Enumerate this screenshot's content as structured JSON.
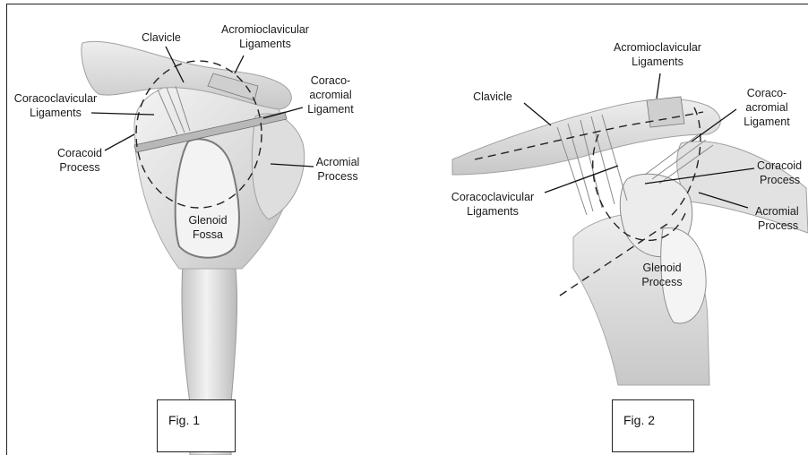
{
  "figure1": {
    "labels": {
      "clavicle": "Clavicle",
      "acromioclavicular_1": "Acromioclavicular",
      "acromioclavicular_2": "Ligaments",
      "coracoclavicular_1": "Coracoclavicular",
      "coracoclavicular_2": "Ligaments",
      "coracoacromial_1": "Coraco-",
      "coracoacromial_2": "acromial",
      "coracoacromial_3": "Ligament",
      "coracoid_1": "Coracoid",
      "coracoid_2": "Process",
      "acromial_1": "Acromial",
      "acromial_2": "Process",
      "glenoid_1": "Glenoid",
      "glenoid_2": "Fossa"
    },
    "caption": "Fig.  1"
  },
  "figure2": {
    "labels": {
      "clavicle": "Clavicle",
      "acromioclavicular_1": "Acromioclavicular",
      "acromioclavicular_2": "Ligaments",
      "coracoacromial_1": "Coraco-",
      "coracoacromial_2": "acromial",
      "coracoacromial_3": "Ligament",
      "coracoid_1": "Coracoid",
      "coracoid_2": "Process",
      "coracoclavicular_1": "Coracoclavicular",
      "coracoclavicular_2": "Ligaments",
      "acromial_1": "Acromial",
      "acromial_2": "Process",
      "glenoid_1": "Glenoid",
      "glenoid_2": "Process"
    },
    "caption": "Fig. 2"
  }
}
